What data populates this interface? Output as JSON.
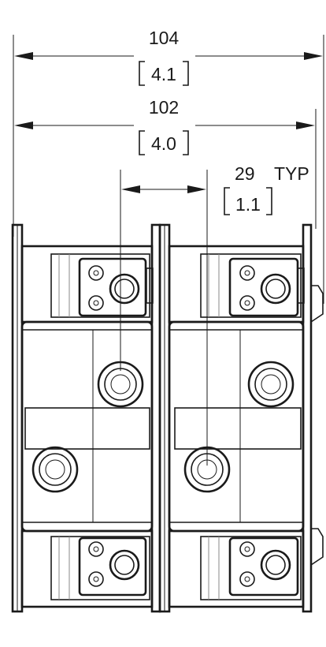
{
  "dimensions": {
    "overall": {
      "mm": "104",
      "inch": "4.1"
    },
    "mounting": {
      "mm": "102",
      "inch": "4.0"
    },
    "pitch": {
      "mm": "29",
      "note": "TYP",
      "inch": "1.1"
    }
  },
  "colors": {
    "line": "#1a1a1a",
    "paper": "#ffffff"
  }
}
